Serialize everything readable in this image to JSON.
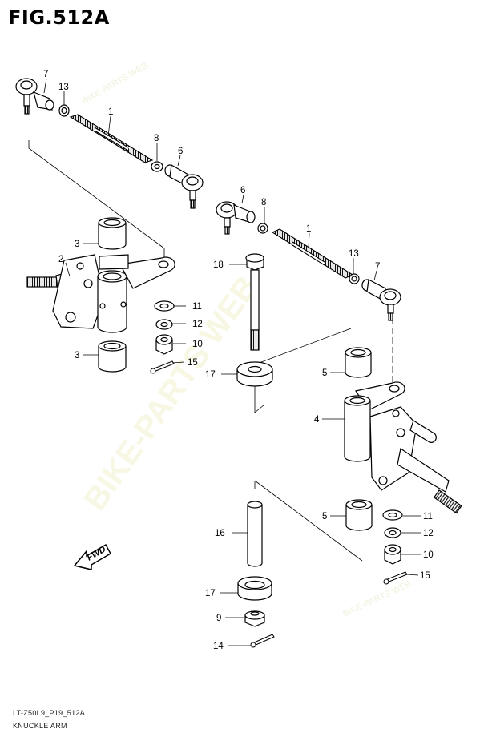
{
  "figure": {
    "title": "FIG.512A",
    "drawing_code": "LT-Z50L9_P19_512A",
    "caption": "KNUCKLE ARM",
    "arrow_label": "FWD"
  },
  "watermark": {
    "main": "BIKE-PARTS WEB",
    "small_1": "BIKE-PARTS.WEB",
    "small_2": "BIKE-PARTS.WEB"
  },
  "callouts": [
    {
      "id": "c7a",
      "text": "7"
    },
    {
      "id": "c13a",
      "text": "13"
    },
    {
      "id": "c1a",
      "text": "1"
    },
    {
      "id": "c8a",
      "text": "8"
    },
    {
      "id": "c6a",
      "text": "6"
    },
    {
      "id": "c6b",
      "text": "6"
    },
    {
      "id": "c8b",
      "text": "8"
    },
    {
      "id": "c1b",
      "text": "1"
    },
    {
      "id": "c13b",
      "text": "13"
    },
    {
      "id": "c7b",
      "text": "7"
    },
    {
      "id": "c3a",
      "text": "3"
    },
    {
      "id": "c2",
      "text": "2"
    },
    {
      "id": "c11a",
      "text": "11"
    },
    {
      "id": "c12a",
      "text": "12"
    },
    {
      "id": "c10a",
      "text": "10"
    },
    {
      "id": "c3b",
      "text": "3"
    },
    {
      "id": "c15a",
      "text": "15"
    },
    {
      "id": "c18",
      "text": "18"
    },
    {
      "id": "c17a",
      "text": "17"
    },
    {
      "id": "c5a",
      "text": "5"
    },
    {
      "id": "c4",
      "text": "4"
    },
    {
      "id": "c5b",
      "text": "5"
    },
    {
      "id": "c11b",
      "text": "11"
    },
    {
      "id": "c12b",
      "text": "12"
    },
    {
      "id": "c10b",
      "text": "10"
    },
    {
      "id": "c15b",
      "text": "15"
    },
    {
      "id": "c16",
      "text": "16"
    },
    {
      "id": "c17b",
      "text": "17"
    },
    {
      "id": "c9",
      "text": "9"
    },
    {
      "id": "c14",
      "text": "14"
    }
  ]
}
